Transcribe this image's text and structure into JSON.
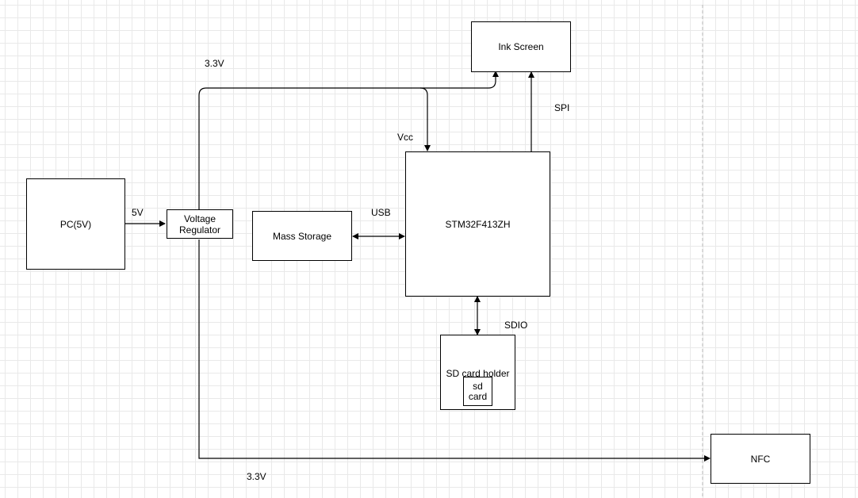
{
  "diagram": {
    "nodes": {
      "pc": "PC(5V)",
      "regulator": "Voltage Regulator",
      "mass_storage": "Mass Storage",
      "mcu": "STM32F413ZH",
      "ink_screen": "Ink Screen",
      "sd_holder": "SD card holder",
      "sd_card": "sd card",
      "nfc": "NFC"
    },
    "edge_labels": {
      "pc_to_regulator": "5V",
      "rail_top": "3.3V",
      "rail_bottom": "3.3V",
      "vcc": "Vcc",
      "usb": "USB",
      "spi": "SPI",
      "sdio": "SDIO"
    },
    "colors": {
      "stroke": "#000000",
      "grid": "#e9e9e9",
      "page_divider": "#bbbbbb"
    }
  }
}
